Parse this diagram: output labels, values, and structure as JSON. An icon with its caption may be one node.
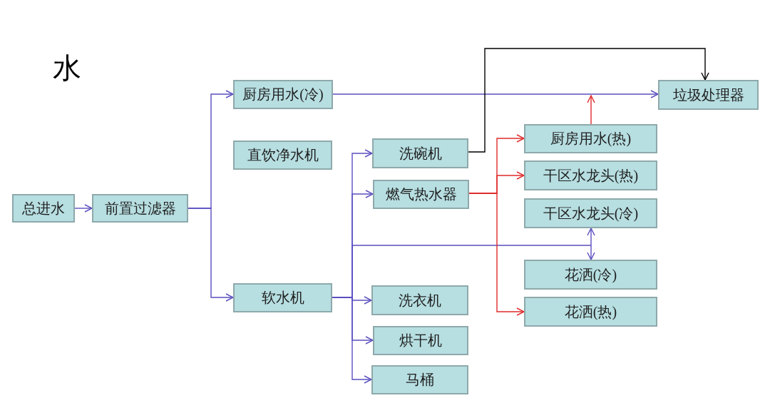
{
  "diagram": {
    "title": "水",
    "nodes": [
      {
        "text": [
          "总进水"
        ]
      },
      {
        "text": [
          "前置过滤器"
        ]
      },
      {
        "text": [
          "厨房用水(冷)"
        ]
      },
      {
        "text": [
          "直饮净水机"
        ]
      },
      {
        "text": [
          "软水机"
        ]
      },
      {
        "text": [
          "洗碗机"
        ]
      },
      {
        "text": [
          "燃气热水器"
        ]
      },
      {
        "text": [
          "洗衣机"
        ]
      },
      {
        "text": [
          "烘干机"
        ]
      },
      {
        "text": [
          "马桶"
        ]
      },
      {
        "text": [
          "垃圾处理器"
        ]
      },
      {
        "text": [
          "厨房用水(热)"
        ]
      },
      {
        "text": [
          "干区水龙头(热)"
        ]
      },
      {
        "text": [
          "干区水龙头(冷)"
        ]
      },
      {
        "text": [
          "花洒(冷)"
        ]
      },
      {
        "text": [
          "花洒(热)"
        ]
      }
    ],
    "edges": [
      {
        "from": 0,
        "to": 1,
        "arrow": "to"
      },
      {
        "from": 1,
        "to": 2,
        "arrow": "to"
      },
      {
        "from": 1,
        "to": 4,
        "arrow": "to"
      },
      {
        "from": 2,
        "to": 10,
        "arrow": "to"
      },
      {
        "from": 4,
        "to": 5,
        "arrow": "to"
      },
      {
        "from": 4,
        "to": 6,
        "arrow": "to"
      },
      {
        "from": 4,
        "to": 7,
        "arrow": "to"
      },
      {
        "from": 4,
        "to": 8,
        "arrow": "to"
      },
      {
        "from": 4,
        "to": 9,
        "arrow": "to"
      },
      {
        "from": 4,
        "to": 13,
        "arrow": "to"
      },
      {
        "from": 4,
        "to": 14,
        "arrow": "to"
      },
      {
        "from": 5,
        "to": 10,
        "arrow": "to",
        "color": "#000000"
      },
      {
        "from": 6,
        "to": 11,
        "arrow": "to",
        "color": "#e02b2b"
      },
      {
        "from": 6,
        "to": 12,
        "arrow": "to",
        "color": "#e02b2b"
      },
      {
        "from": 6,
        "to": 15,
        "arrow": "to",
        "color": "#e02b2b"
      },
      {
        "from": 11,
        "to": null,
        "arrow": "to",
        "color": "#e02b2b"
      }
    ]
  }
}
